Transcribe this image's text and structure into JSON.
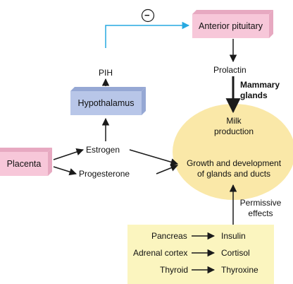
{
  "nodes": {
    "anterior_pituitary": "Anterior pituitary",
    "prolactin": "Prolactin",
    "mammary_glands": "Mammary\nglands",
    "pih": "PIH",
    "hypothalamus": "Hypothalamus",
    "inhibit_symbol": "−",
    "placenta": "Placenta",
    "estrogen": "Estrogen",
    "progesterone": "Progesterone",
    "milk_production": "Milk\nproduction",
    "growth_development": "Growth and development\nof glands and ducts",
    "permissive_effects": "Permissive\neffects",
    "pancreas": "Pancreas",
    "insulin": "Insulin",
    "adrenal_cortex": "Adrenal cortex",
    "cortisol": "Cortisol",
    "thyroid": "Thyroid",
    "thyroxine": "Thyroxine"
  },
  "colors": {
    "pink_box": "#f7c7d9",
    "pink_box_shade": "#e7a9c1",
    "blue_box": "#b8c6e8",
    "blue_box_shade": "#96a8d4",
    "ellipse": "#fae8a8",
    "yellow_panel": "#fbf5bf",
    "cyan_line": "#27a9e1",
    "arrow": "#1a1a1a"
  }
}
